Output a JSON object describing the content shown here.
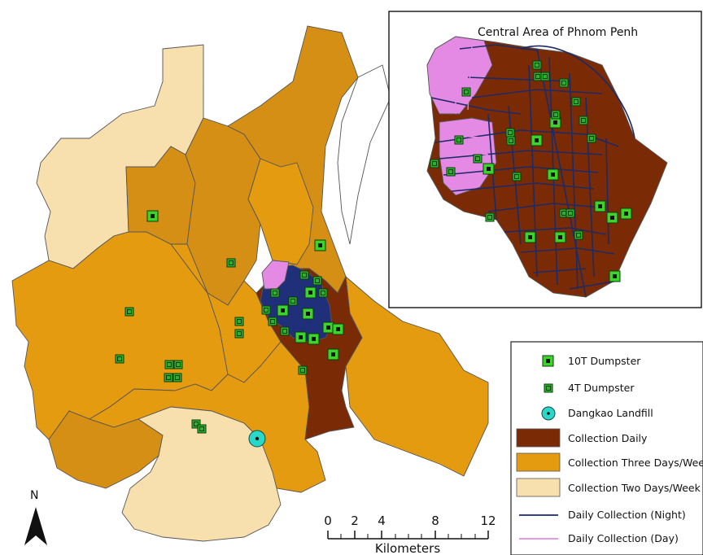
{
  "inset": {
    "title": "Central Area of Phnom Penh"
  },
  "north": {
    "label": "N"
  },
  "scalebar": {
    "ticks": [
      "0",
      "2",
      "4",
      "8",
      "12"
    ],
    "unit": "Kilometers"
  },
  "legend": {
    "items": [
      {
        "key": "d10",
        "label": "10T Dumpster"
      },
      {
        "key": "d4",
        "label": "4T Dumpster"
      },
      {
        "key": "landfill",
        "label": "Dangkao Landfill"
      },
      {
        "key": "daily",
        "label": "Collection Daily",
        "color": "#7a2a05"
      },
      {
        "key": "three",
        "label": "Collection Three Days/Week",
        "color": "#e59b10"
      },
      {
        "key": "two",
        "label": "Collection Two Days/Week",
        "color": "#f8dfae"
      },
      {
        "key": "night",
        "label": "Daily Collection (Night)",
        "color": "#1c2a66"
      },
      {
        "key": "day",
        "label": "Daily Collection (Day)",
        "color": "#e48ae4"
      }
    ]
  },
  "colors": {
    "dumpster": "#3cd42c",
    "landfill": "#29d8c8",
    "daily": "#7a2a05",
    "three": "#e59b10",
    "two": "#f8dfae",
    "night": "#1c2a66",
    "day": "#e48ae4"
  }
}
